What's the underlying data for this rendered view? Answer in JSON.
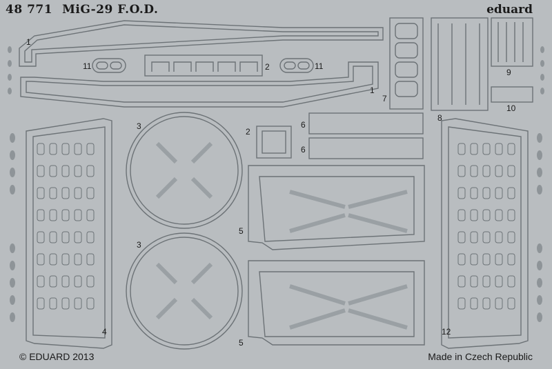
{
  "header": {
    "catalog_number": "48 771",
    "product_name": "MiG-29 F.O.D.",
    "brand": "eduard"
  },
  "footer": {
    "copyright": "© EDUARD 2013",
    "origin": "Made in Czech Republic"
  },
  "part_labels": {
    "p1_top": "1",
    "p1_bottom": "1",
    "p2_top": "2",
    "p2_mid": "2",
    "p3_top": "3",
    "p3_bottom": "3",
    "p4": "4",
    "p5_top": "5",
    "p5_bottom": "5",
    "p6_top": "6",
    "p6_bottom": "6",
    "p7": "7",
    "p8": "8",
    "p9": "9",
    "p10": "10",
    "p11_left": "11",
    "p11_right": "11",
    "p12": "12"
  },
  "colors": {
    "sheet": "#b9bdc0",
    "etch_line": "#6c7276",
    "part_fill": "#aeb3b6"
  }
}
